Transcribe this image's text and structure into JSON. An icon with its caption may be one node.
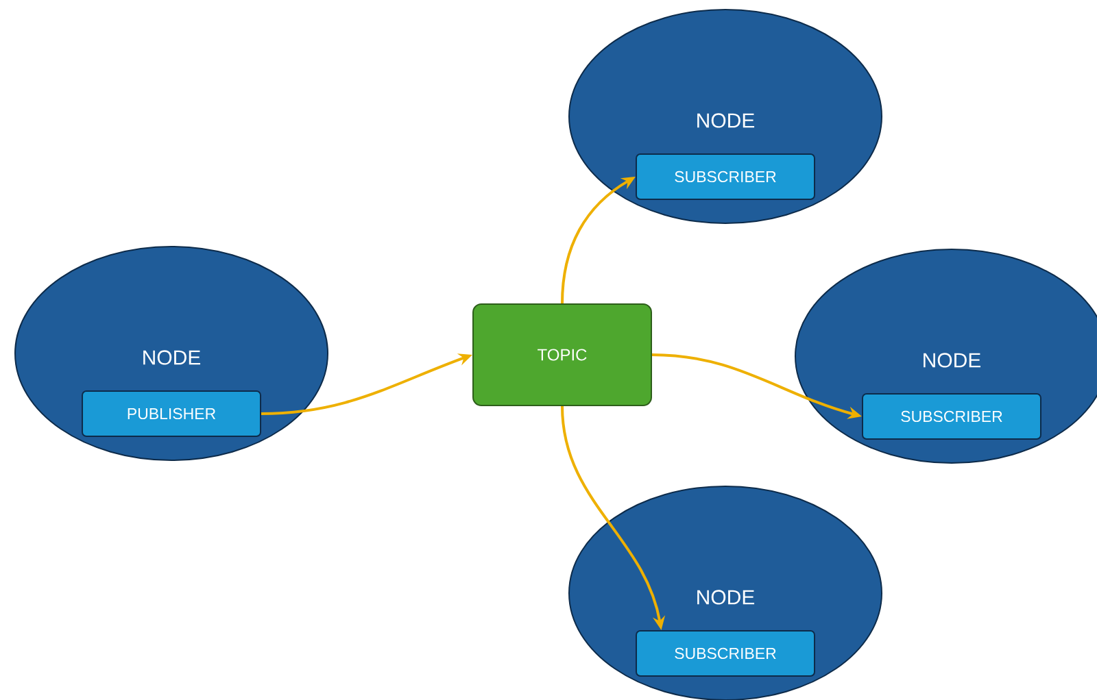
{
  "diagram": {
    "nodes": [
      {
        "text": [
          "NODE"
        ]
      },
      {
        "text": [
          "PUBLISHER"
        ],
        "in": 0
      },
      {
        "text": [
          "TOPIC"
        ]
      },
      {
        "text": [
          "NODE"
        ]
      },
      {
        "text": [
          "SUBSCRIBER"
        ],
        "in": 3
      },
      {
        "text": [
          "NODE"
        ]
      },
      {
        "text": [
          "SUBSCRIBER"
        ],
        "in": 5
      },
      {
        "text": [
          "NODE"
        ]
      },
      {
        "text": [
          "SUBSCRIBER"
        ],
        "in": 7
      }
    ],
    "edges": [
      {
        "from": 1,
        "to": 2,
        "arrow": "to"
      },
      {
        "from": 2,
        "to": 4,
        "arrow": "to"
      },
      {
        "from": 2,
        "to": 6,
        "arrow": "to"
      },
      {
        "from": 2,
        "to": 8,
        "arrow": "to"
      }
    ]
  }
}
